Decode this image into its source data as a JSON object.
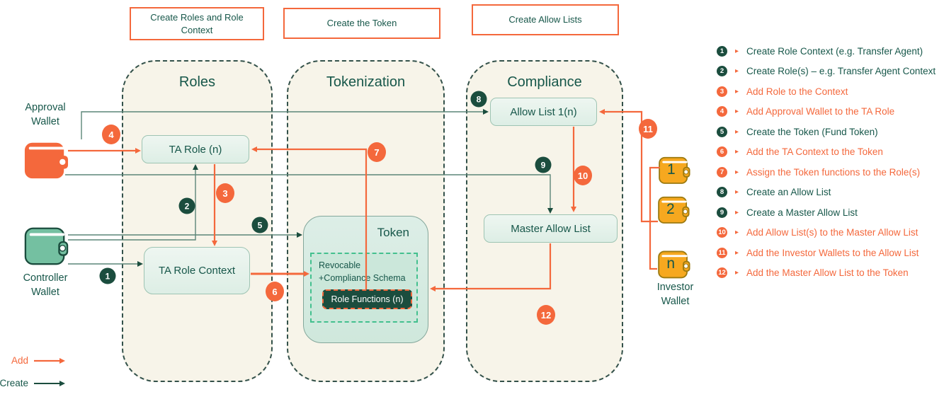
{
  "header_boxes": [
    {
      "label": "Create Roles and Role Context"
    },
    {
      "label": "Create the Token"
    },
    {
      "label": "Create Allow Lists"
    }
  ],
  "containers": [
    {
      "title": "Roles"
    },
    {
      "title": "Tokenization"
    },
    {
      "title": "Compliance"
    }
  ],
  "nodes": {
    "ta_role": "TA Role (n)",
    "ta_role_context": "TA Role Context",
    "token_title": "Token",
    "schema_line1": "Revocable",
    "schema_line2": "+Compliance Schema",
    "role_functions": "Role Functions (n)",
    "allow_list": "Allow List 1(n)",
    "master_allow_list": "Master Allow List"
  },
  "wallets": {
    "approval": "Approval Wallet",
    "controller": "Controller Wallet",
    "investor": "Investor Wallet",
    "investor_labels": [
      "1",
      "2",
      "n"
    ]
  },
  "arrow_key": {
    "add": "Add",
    "create": "Create"
  },
  "steps": [
    {
      "num": "1",
      "type": "create",
      "label": "Create Role Context (e.g. Transfer Agent)"
    },
    {
      "num": "2",
      "type": "create",
      "label": "Create Role(s) – e.g. Transfer Agent Context"
    },
    {
      "num": "3",
      "type": "add",
      "label": "Add Role to the Context"
    },
    {
      "num": "4",
      "type": "add",
      "label": "Add Approval Wallet to the TA Role"
    },
    {
      "num": "5",
      "type": "create",
      "label": "Create the Token (Fund Token)"
    },
    {
      "num": "6",
      "type": "add",
      "label": "Add the TA Context to the Token"
    },
    {
      "num": "7",
      "type": "add",
      "label": "Assign the Token functions to the Role(s)"
    },
    {
      "num": "8",
      "type": "create",
      "label": "Create an Allow List"
    },
    {
      "num": "9",
      "type": "create",
      "label": "Create a Master Allow List"
    },
    {
      "num": "10",
      "type": "add",
      "label": "Add Allow List(s) to the Master Allow List"
    },
    {
      "num": "11",
      "type": "add",
      "label": "Add the Investor Wallets to the Allow List"
    },
    {
      "num": "12",
      "type": "add",
      "label": "Add the Master Allow List to the Token"
    }
  ],
  "colors": {
    "add_orange": "#f4683c",
    "create_dark_green": "#1b4d3e",
    "text_green": "#17574a",
    "lane_fill": "#f7f4e9",
    "node_fill": "#e7f2ec",
    "investor_amber": "#f6a81f"
  }
}
